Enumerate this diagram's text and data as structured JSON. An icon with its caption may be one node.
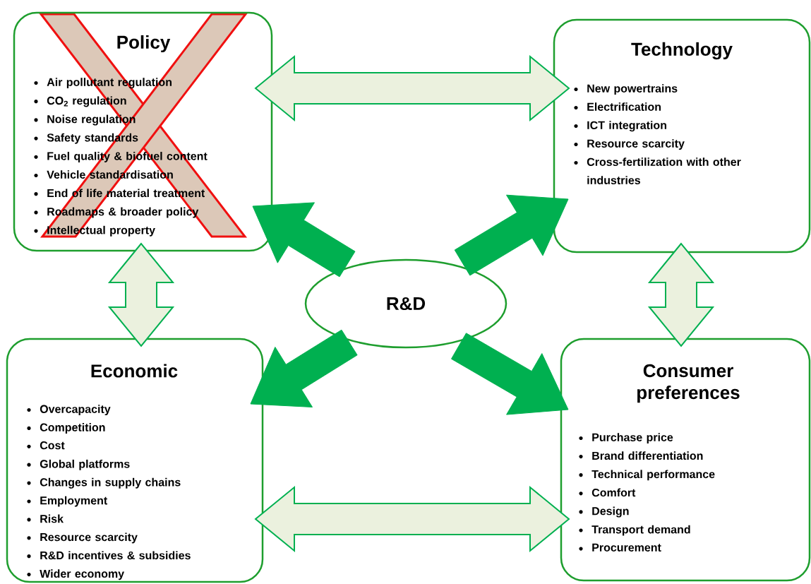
{
  "diagram": {
    "nodes": [
      {
        "text": [
          "Policy",
          "Air pollutant regulation",
          "CO$_{2}$ regulation",
          "Noise regulation",
          "Safety standards",
          "Fuel quality & biofuel content",
          "Vehicle standardisation",
          "End of life material treatment",
          "Roadmaps & broader policy",
          "Intellectual property"
        ]
      },
      {
        "text": [
          "Technology",
          "New powertrains",
          "Electrification",
          "ICT integration",
          "Resource scarcity",
          "Cross-fertilization with other industries"
        ]
      },
      {
        "text": [
          "R&D"
        ]
      },
      {
        "text": [
          "Economic",
          "Overcapacity",
          "Competition",
          "Cost",
          "Global platforms",
          "Changes in supply chains",
          "Employment",
          "Risk",
          "Resource scarcity",
          "R&D incentives & subsidies",
          "Wider economy"
        ]
      },
      {
        "text": [
          "Consumer preferences",
          "Purchase price",
          "Brand differentiation",
          "Technical performance",
          "Comfort",
          "Design",
          "Transport demand",
          "Procurement"
        ]
      }
    ],
    "edges": [
      {
        "from": 0,
        "to": 1,
        "arrow": "both"
      },
      {
        "from": 0,
        "to": 3,
        "arrow": "both"
      },
      {
        "from": 1,
        "to": 4,
        "arrow": "both"
      },
      {
        "from": 3,
        "to": 4,
        "arrow": "both"
      },
      {
        "from": 2,
        "to": 0,
        "arrow": "to",
        "style": "thick"
      },
      {
        "from": 2,
        "to": 1,
        "arrow": "to",
        "style": "thick"
      },
      {
        "from": 2,
        "to": 3,
        "arrow": "to",
        "style": "thick"
      },
      {
        "from": 2,
        "to": 4,
        "arrow": "to",
        "style": "thick"
      }
    ]
  }
}
